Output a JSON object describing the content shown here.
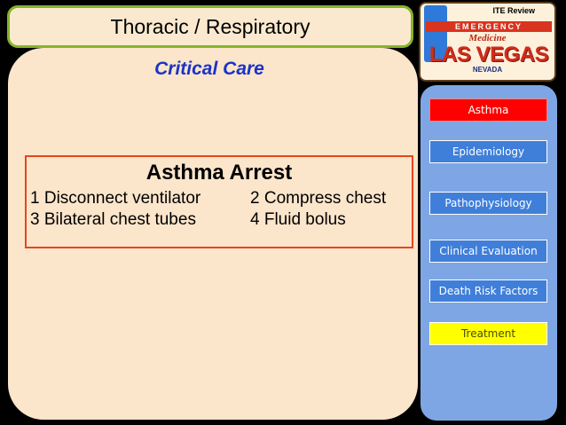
{
  "header": {
    "title": "Thoracic / Respiratory",
    "subtitle": "Critical Care"
  },
  "question": {
    "title": "Asthma Arrest",
    "options": [
      "1 Disconnect ventilator",
      "2 Compress chest",
      "3 Bilateral chest tubes",
      "4 Fluid bolus"
    ]
  },
  "logo": {
    "review": "ITE Review",
    "emergency": "EMERGENCY",
    "medicine": "Medicine",
    "city": "LAS VEGAS",
    "state": "NEVADA"
  },
  "nav": {
    "items": [
      {
        "label": "Asthma",
        "state": "active"
      },
      {
        "label": "Epidemiology",
        "state": "normal"
      },
      {
        "label": "Pathophysiology",
        "state": "normal"
      },
      {
        "label": "Clinical Evaluation",
        "state": "normal"
      },
      {
        "label": "Death Risk Factors",
        "state": "normal"
      },
      {
        "label": "Treatment",
        "state": "highlight"
      }
    ]
  },
  "colors": {
    "active": "#ff0000",
    "highlight": "#ffff00",
    "nav": "#3f7fda",
    "accent_border": "#e2471e"
  }
}
